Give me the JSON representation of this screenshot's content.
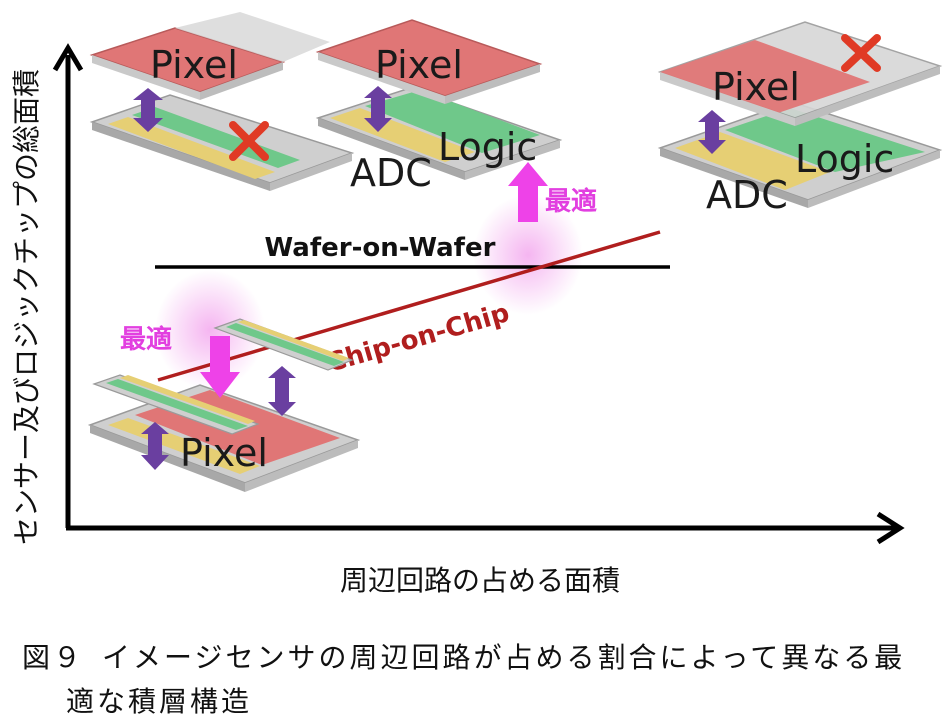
{
  "axes": {
    "y_label": "センサー及びロジックチップの総面積",
    "x_label": "周辺回路の占める面積"
  },
  "labels": {
    "pixel": "Pixel",
    "logic": "Logic",
    "adc": "ADC",
    "wafer_on_wafer": "Wafer-on-Wafer",
    "chip_on_chip": "Chip-on-Chip",
    "optimal": "最適"
  },
  "caption": {
    "figure": "図９",
    "line1": "イメージセンサの周辺回路が占める割合によって異なる最",
    "line2": "適な積層構造"
  },
  "colors": {
    "pixel": "#e07676",
    "logic": "#6fc88a",
    "adc": "#e6cf74",
    "chip_base": "#cfcfcf",
    "arrow_stack": "#6a3fa0",
    "arrow_opt": "#ee42e8",
    "cross": "#e03a25",
    "coc_line": "#b01e1e"
  }
}
